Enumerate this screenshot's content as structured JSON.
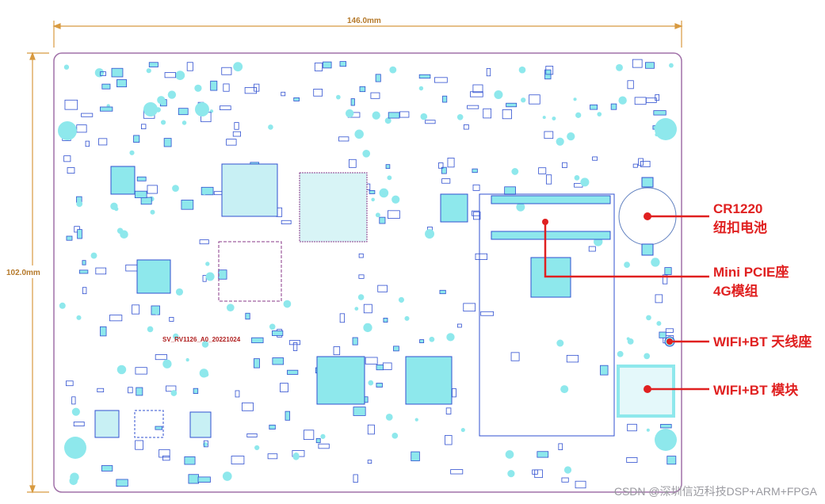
{
  "dimensions": {
    "width": "146.0mm",
    "height": "102.0mm"
  },
  "board_label": "SV_RV1126_A0_20221024",
  "callouts": [
    {
      "lines": [
        "CR1220",
        "纽扣电池"
      ]
    },
    {
      "lines": [
        "Mini PCIE座",
        "4G模组"
      ]
    },
    {
      "lines": [
        "WIFI+BT 天线座"
      ]
    },
    {
      "lines": [
        "WIFI+BT 模块"
      ]
    }
  ],
  "watermark": "CSDN @深圳信迈科技DSP+ARM+FPGA",
  "colors": {
    "outline": "#a070a8",
    "pad": "#8ee8ec",
    "silk": "#3050d0",
    "callout": "#e02020",
    "dimension": "#d89a40"
  }
}
